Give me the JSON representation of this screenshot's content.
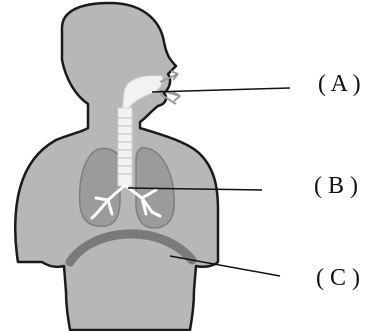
{
  "labels": {
    "a": "( A )",
    "b": "( B )",
    "c": "( C )"
  },
  "colors": {
    "body_fill": "#b7b7b7",
    "outline": "#1a1a1a",
    "lung_fill": "#9b9b9b",
    "airway": "#f2f2f2",
    "diaphragm": "#7a7a7a",
    "leader_line": "#111111"
  }
}
